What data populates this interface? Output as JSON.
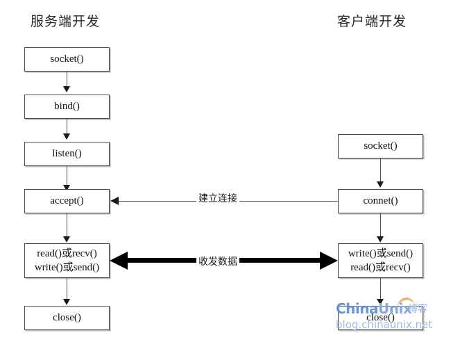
{
  "diagram": {
    "title_server": "服务端开发",
    "title_client": "客户端开发",
    "colors": {
      "box_border": "#4a4a4a",
      "arrow": "#1a1a1a",
      "thick_arrow": "#000000",
      "background": "#ffffff",
      "watermark_blue": "#6f94d6"
    },
    "server_nodes": [
      {
        "id": "server-socket",
        "label": "socket()"
      },
      {
        "id": "server-bind",
        "label": "bind()"
      },
      {
        "id": "server-listen",
        "label": "listen()"
      },
      {
        "id": "server-accept",
        "label": "accept()"
      },
      {
        "id": "server-io",
        "label": "read()或recv()",
        "label2": "write()或send()"
      },
      {
        "id": "server-close",
        "label": "close()"
      }
    ],
    "client_nodes": [
      {
        "id": "client-socket",
        "label": "socket()"
      },
      {
        "id": "client-connect",
        "label": "connet()"
      },
      {
        "id": "client-io",
        "label": "write()或send()",
        "label2": "read()或recv()"
      },
      {
        "id": "client-close",
        "label": "close()"
      }
    ],
    "edges": [
      {
        "id": "connect-edge",
        "label": "建立连接",
        "direction": "right-to-left",
        "style": "thin"
      },
      {
        "id": "data-edge",
        "label": "收发数据",
        "direction": "bidirectional",
        "style": "thick"
      }
    ]
  },
  "watermark": {
    "brand_part1": "China",
    "brand_part2": "Unix",
    "brand_cn": "博客",
    "url": "blog.chinaunix.net"
  }
}
